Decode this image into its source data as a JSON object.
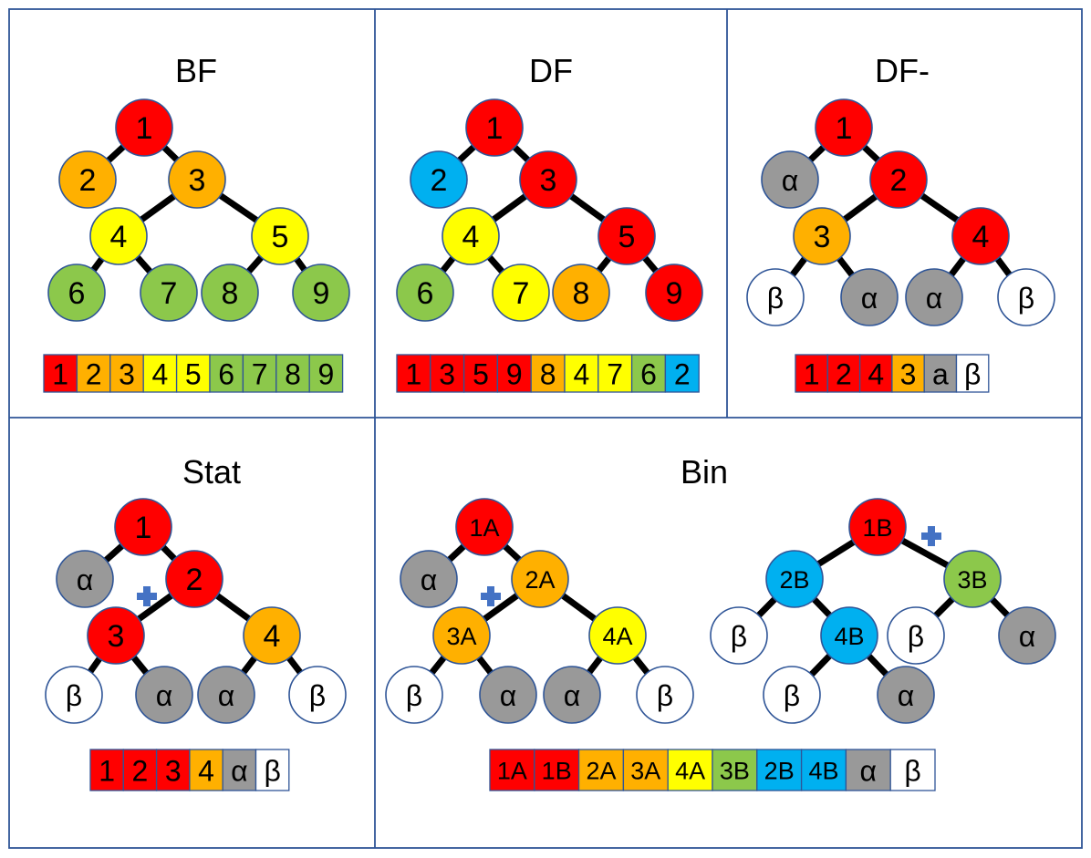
{
  "colors": {
    "red": "#ff0000",
    "orange": "#ffb000",
    "yellow": "#ffff00",
    "green": "#8cc84b",
    "blue": "#00b0f0",
    "grey": "#999999",
    "white": "#ffffff",
    "border": "#2f5597",
    "plus": "#4472c4"
  },
  "panels": [
    {
      "id": "bf",
      "title": "BF",
      "nodes": [
        {
          "label": "1",
          "color": "red"
        },
        {
          "label": "2",
          "color": "orange"
        },
        {
          "label": "3",
          "color": "orange"
        },
        {
          "label": "4",
          "color": "yellow"
        },
        {
          "label": "5",
          "color": "yellow"
        },
        {
          "label": "6",
          "color": "green"
        },
        {
          "label": "7",
          "color": "green"
        },
        {
          "label": "8",
          "color": "green"
        },
        {
          "label": "9",
          "color": "green"
        }
      ],
      "edges": [
        [
          0,
          1
        ],
        [
          0,
          2
        ],
        [
          2,
          3
        ],
        [
          2,
          4
        ],
        [
          3,
          5
        ],
        [
          3,
          6
        ],
        [
          4,
          7
        ],
        [
          4,
          8
        ]
      ],
      "sequence": [
        {
          "label": "1",
          "color": "red"
        },
        {
          "label": "2",
          "color": "orange"
        },
        {
          "label": "3",
          "color": "orange"
        },
        {
          "label": "4",
          "color": "yellow"
        },
        {
          "label": "5",
          "color": "yellow"
        },
        {
          "label": "6",
          "color": "green"
        },
        {
          "label": "7",
          "color": "green"
        },
        {
          "label": "8",
          "color": "green"
        },
        {
          "label": "9",
          "color": "green"
        }
      ],
      "plus_marks": 0
    },
    {
      "id": "df",
      "title": "DF",
      "nodes": [
        {
          "label": "1",
          "color": "red"
        },
        {
          "label": "2",
          "color": "blue"
        },
        {
          "label": "3",
          "color": "red"
        },
        {
          "label": "4",
          "color": "yellow"
        },
        {
          "label": "5",
          "color": "red"
        },
        {
          "label": "6",
          "color": "green"
        },
        {
          "label": "7",
          "color": "yellow"
        },
        {
          "label": "8",
          "color": "orange"
        },
        {
          "label": "9",
          "color": "red"
        }
      ],
      "edges": [
        [
          0,
          1
        ],
        [
          0,
          2
        ],
        [
          2,
          3
        ],
        [
          2,
          4
        ],
        [
          3,
          5
        ],
        [
          3,
          6
        ],
        [
          4,
          7
        ],
        [
          4,
          8
        ]
      ],
      "sequence": [
        {
          "label": "1",
          "color": "red"
        },
        {
          "label": "3",
          "color": "red"
        },
        {
          "label": "5",
          "color": "red"
        },
        {
          "label": "9",
          "color": "red"
        },
        {
          "label": "8",
          "color": "orange"
        },
        {
          "label": "4",
          "color": "yellow"
        },
        {
          "label": "7",
          "color": "yellow"
        },
        {
          "label": "6",
          "color": "green"
        },
        {
          "label": "2",
          "color": "blue"
        }
      ],
      "plus_marks": 0
    },
    {
      "id": "df-minus",
      "title": "DF-",
      "nodes": [
        {
          "label": "1",
          "color": "red"
        },
        {
          "label": "α",
          "color": "grey"
        },
        {
          "label": "2",
          "color": "red"
        },
        {
          "label": "3",
          "color": "orange"
        },
        {
          "label": "4",
          "color": "red"
        },
        {
          "label": "β",
          "color": "white"
        },
        {
          "label": "α",
          "color": "grey"
        },
        {
          "label": "α",
          "color": "grey"
        },
        {
          "label": "β",
          "color": "white"
        }
      ],
      "edges": [
        [
          0,
          1
        ],
        [
          0,
          2
        ],
        [
          2,
          3
        ],
        [
          2,
          4
        ],
        [
          3,
          5
        ],
        [
          3,
          6
        ],
        [
          4,
          7
        ],
        [
          4,
          8
        ]
      ],
      "sequence": [
        {
          "label": "1",
          "color": "red"
        },
        {
          "label": "2",
          "color": "red"
        },
        {
          "label": "4",
          "color": "red"
        },
        {
          "label": "3",
          "color": "orange"
        },
        {
          "label": "a",
          "color": "grey"
        },
        {
          "label": "β",
          "color": "white"
        }
      ],
      "plus_marks": 0
    },
    {
      "id": "stat",
      "title": "Stat",
      "nodes": [
        {
          "label": "1",
          "color": "red"
        },
        {
          "label": "α",
          "color": "grey"
        },
        {
          "label": "2",
          "color": "red"
        },
        {
          "label": "3",
          "color": "red"
        },
        {
          "label": "4",
          "color": "orange"
        },
        {
          "label": "β",
          "color": "white"
        },
        {
          "label": "α",
          "color": "grey"
        },
        {
          "label": "α",
          "color": "grey"
        },
        {
          "label": "β",
          "color": "white"
        }
      ],
      "edges": [
        [
          0,
          1
        ],
        [
          0,
          2
        ],
        [
          2,
          3
        ],
        [
          2,
          4
        ],
        [
          3,
          5
        ],
        [
          3,
          6
        ],
        [
          4,
          7
        ],
        [
          4,
          8
        ]
      ],
      "sequence": [
        {
          "label": "1",
          "color": "red"
        },
        {
          "label": "2",
          "color": "red"
        },
        {
          "label": "3",
          "color": "red"
        },
        {
          "label": "4",
          "color": "orange"
        },
        {
          "label": "α",
          "color": "grey"
        },
        {
          "label": "β",
          "color": "white"
        }
      ],
      "plus_marks": 1
    },
    {
      "id": "bin",
      "title": "Bin",
      "nodes": [
        {
          "label": "1A",
          "color": "red"
        },
        {
          "label": "α",
          "color": "grey"
        },
        {
          "label": "2A",
          "color": "orange"
        },
        {
          "label": "3A",
          "color": "orange"
        },
        {
          "label": "4A",
          "color": "yellow"
        },
        {
          "label": "β",
          "color": "white"
        },
        {
          "label": "α",
          "color": "grey"
        },
        {
          "label": "α",
          "color": "grey"
        },
        {
          "label": "β",
          "color": "white"
        },
        {
          "label": "1B",
          "color": "red"
        },
        {
          "label": "2B",
          "color": "blue"
        },
        {
          "label": "3B",
          "color": "green"
        },
        {
          "label": "β",
          "color": "white"
        },
        {
          "label": "4B",
          "color": "blue"
        },
        {
          "label": "β",
          "color": "white"
        },
        {
          "label": "α",
          "color": "grey"
        },
        {
          "label": "β",
          "color": "white"
        },
        {
          "label": "α",
          "color": "grey"
        }
      ],
      "edges": [
        [
          0,
          1
        ],
        [
          0,
          2
        ],
        [
          2,
          3
        ],
        [
          2,
          4
        ],
        [
          3,
          5
        ],
        [
          3,
          6
        ],
        [
          4,
          7
        ],
        [
          4,
          8
        ],
        [
          9,
          10
        ],
        [
          9,
          11
        ],
        [
          10,
          12
        ],
        [
          10,
          13
        ],
        [
          11,
          14
        ],
        [
          11,
          15
        ],
        [
          13,
          16
        ],
        [
          13,
          17
        ]
      ],
      "sequence": [
        {
          "label": "1A",
          "color": "red"
        },
        {
          "label": "1B",
          "color": "red"
        },
        {
          "label": "2A",
          "color": "orange"
        },
        {
          "label": "3A",
          "color": "orange"
        },
        {
          "label": "4A",
          "color": "yellow"
        },
        {
          "label": "3B",
          "color": "green"
        },
        {
          "label": "2B",
          "color": "blue"
        },
        {
          "label": "4B",
          "color": "blue"
        },
        {
          "label": "α",
          "color": "grey"
        },
        {
          "label": "β",
          "color": "white"
        }
      ],
      "plus_marks": 2
    }
  ]
}
